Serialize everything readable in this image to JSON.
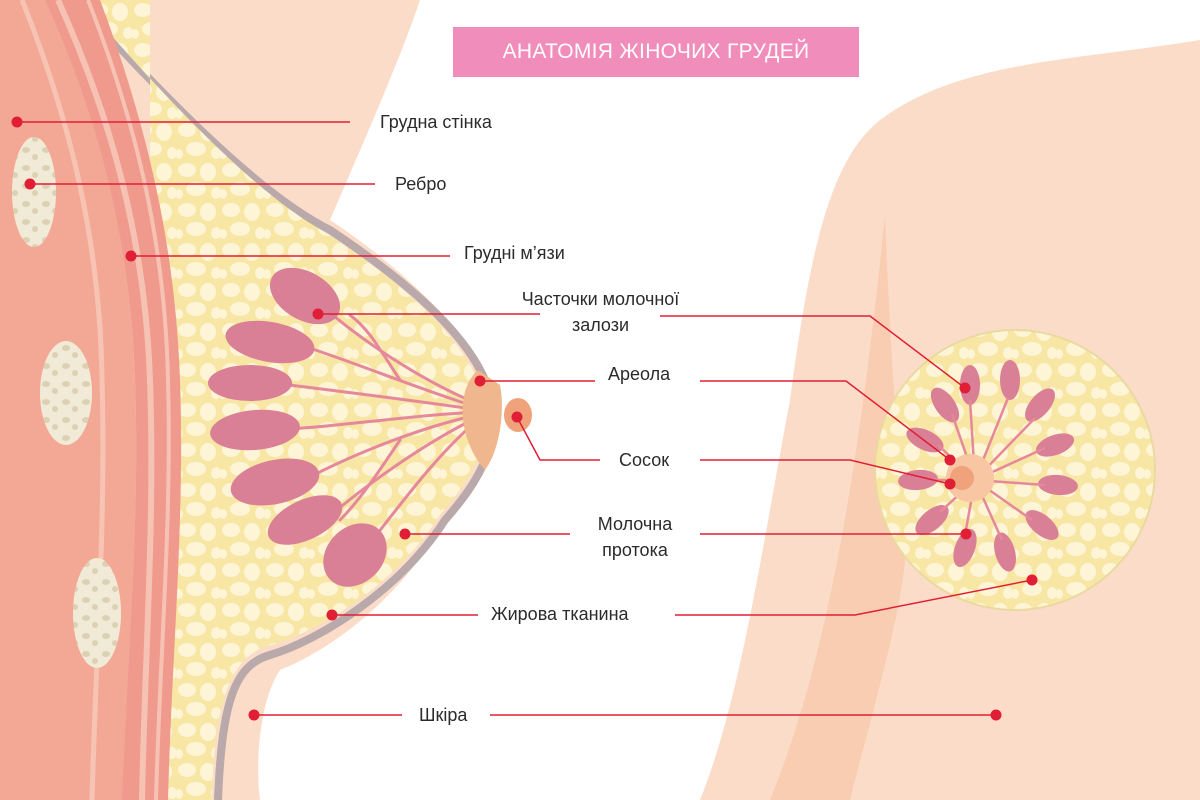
{
  "title": "АНАТОМІЯ ЖІНОЧИХ ГРУДЕЙ",
  "labels": {
    "chest_wall": "Грудна стінка",
    "rib": "Ребро",
    "pectoral_muscles": "Грудні м’язи",
    "lobules_line1": "Часточки молочної",
    "lobules_line2": "залози",
    "areola": "Ареола",
    "nipple": "Сосок",
    "duct_line1": "Молочна",
    "duct_line2": "протока",
    "fat": "Жирова тканина",
    "skin": "Шкіра"
  },
  "colors": {
    "title_bg": "#f08dbb",
    "marker": "#e01e36",
    "leader": "#e01e36",
    "skin": "#fbdcc8",
    "fat": "#f8e7a8",
    "lobule": "#d97f96",
    "muscle": "#ef9a8c"
  }
}
